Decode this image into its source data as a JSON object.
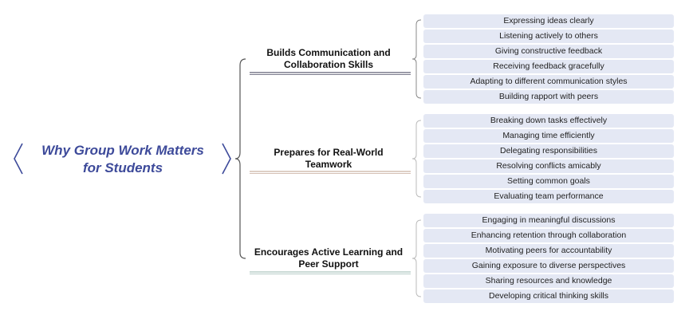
{
  "root": {
    "line1": "Why Group Work Matters",
    "line2": "for Students"
  },
  "branches": [
    {
      "label_line1": "Builds Communication and",
      "label_line2": "Collaboration Skills",
      "underline_color": "#7c7c8c",
      "items": [
        "Expressing ideas clearly",
        "Listening actively to others",
        "Giving constructive feedback",
        "Receiving feedback gracefully",
        "Adapting to different communication styles",
        "Building rapport with peers"
      ]
    },
    {
      "label_line1": "Prepares for Real-World",
      "label_line2": "Teamwork",
      "underline_color": "#d4c0b4",
      "items": [
        "Breaking down tasks effectively",
        "Managing time efficiently",
        "Delegating responsibilities",
        "Resolving conflicts amicably",
        "Setting common goals",
        "Evaluating team performance"
      ]
    },
    {
      "label_line1": "Encourages Active Learning and",
      "label_line2": "Peer Support",
      "underline_color": "#b8cdc8",
      "items": [
        "Engaging in meaningful discussions",
        "Enhancing retention through collaboration",
        "Motivating peers for accountability",
        "Gaining exposure to diverse perspectives",
        "Sharing resources and knowledge",
        "Developing critical thinking skills"
      ]
    }
  ],
  "colors": {
    "root_text": "#3d4a9a",
    "bracket": "#3d4a9a",
    "connector": "#555555",
    "leaf_fill": "#e4e8f4"
  }
}
